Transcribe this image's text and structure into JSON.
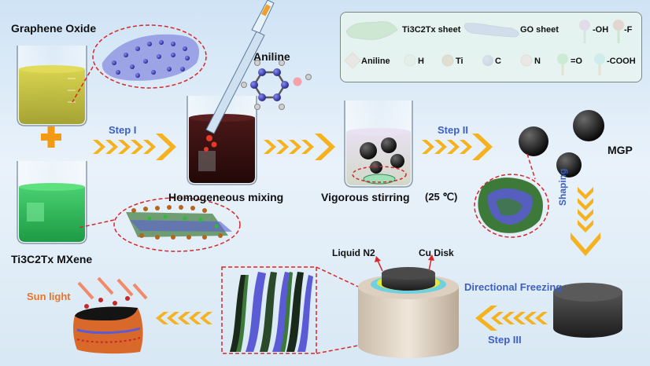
{
  "labels": {
    "graphene_oxide": "Graphene Oxide",
    "mxene": "Ti3C2Tx MXene",
    "aniline": "Aniline",
    "homogeneous_mixing": "Homogeneous mixing",
    "vigorous_stirring": "Vigorous stirring",
    "temperature": "(25 ℃)",
    "mgp": "MGP",
    "shaping": "Shaping",
    "directional_freezing": "Directional Freezing",
    "liquid_n2": "Liquid N2",
    "cu_disk": "Cu Disk",
    "sun_light": "Sun light"
  },
  "steps": {
    "step1": "Step I",
    "step2": "Step II",
    "step3": "Step III"
  },
  "legend": {
    "ti3c2tx_sheet": "Ti3C2Tx sheet",
    "go_sheet": "GO sheet",
    "oh": "-OH",
    "f": "-F",
    "aniline": "Aniline",
    "h": "H",
    "ti": "Ti",
    "c": "C",
    "n": "N",
    "o_double": "=O",
    "cooh": "-COOH"
  },
  "colors": {
    "arrow_orange": "#f6b21e",
    "plus_orange": "#f39a12",
    "step_blue": "#3d5fc0",
    "dashed_red": "#d9262b",
    "mxene_green": "#4caf50",
    "go_blue": "#5b5bd6",
    "go_liquid": "#b8b020",
    "mxene_liquid": "#2fbf5a",
    "mix_liquid": "#3a1414"
  }
}
